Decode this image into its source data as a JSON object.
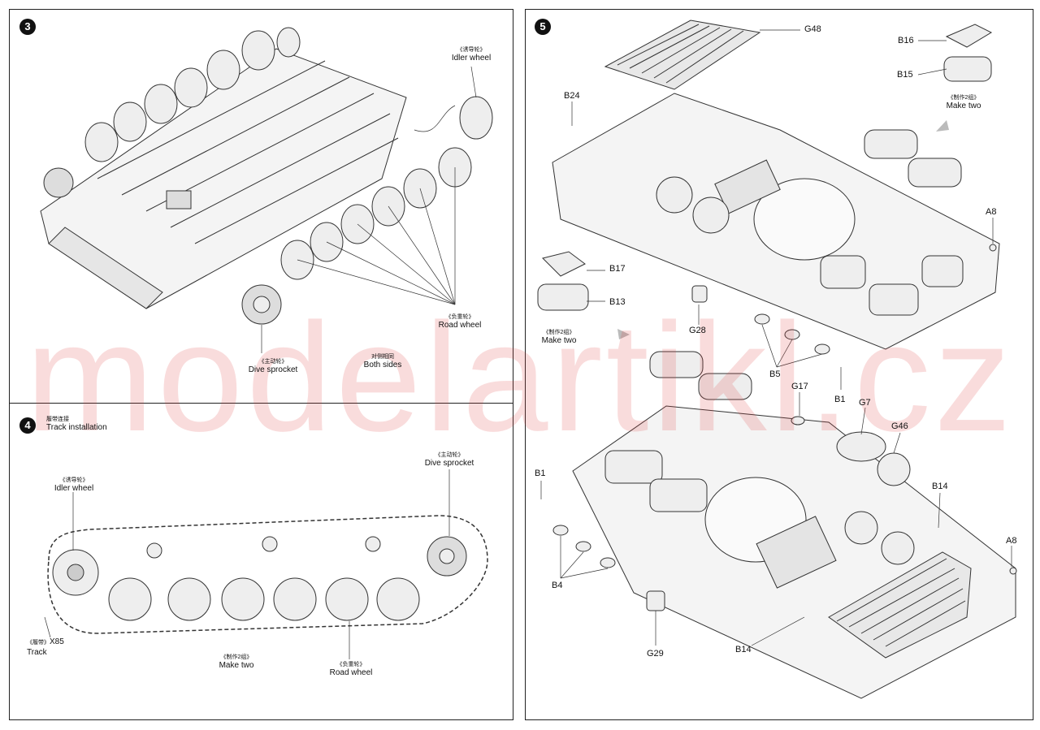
{
  "watermark": "modelartikl.cz",
  "steps": {
    "s3": {
      "number": "3"
    },
    "s4": {
      "number": "4",
      "title_cn": "履带连接",
      "title_en": "Track installation"
    },
    "s5": {
      "number": "5"
    }
  },
  "step3": {
    "idler": {
      "cn": "《诱导轮》",
      "en": "Idler wheel"
    },
    "road": {
      "cn": "《负重轮》",
      "en": "Road wheel"
    },
    "sprocket": {
      "cn": "《主动轮》",
      "en": "Dive sprocket"
    },
    "both": {
      "cn": "对侧相同",
      "en": "Both sides"
    }
  },
  "step4": {
    "idler": {
      "cn": "《诱导轮》",
      "en": "Idler wheel"
    },
    "sprocket": {
      "cn": "《主动轮》",
      "en": "Dive sprocket"
    },
    "track": {
      "cn": "《履带》",
      "qty": "X85",
      "en": "Track"
    },
    "make_two": {
      "cn": "《制作2组》",
      "en": "Make two"
    },
    "road": {
      "cn": "《负重轮》",
      "en": "Road wheel"
    }
  },
  "step5": {
    "parts": [
      "G48",
      "B16",
      "B15",
      "B24",
      "A8",
      "B17",
      "B13",
      "G28",
      "B5",
      "B1",
      "G17",
      "G7",
      "G46",
      "B1",
      "B14",
      "A8",
      "B4",
      "G29",
      "B14"
    ],
    "make_two_top": {
      "cn": "《制作2组》",
      "en": "Make two"
    },
    "make_two_left": {
      "cn": "《制作2组》",
      "en": "Make two"
    }
  }
}
